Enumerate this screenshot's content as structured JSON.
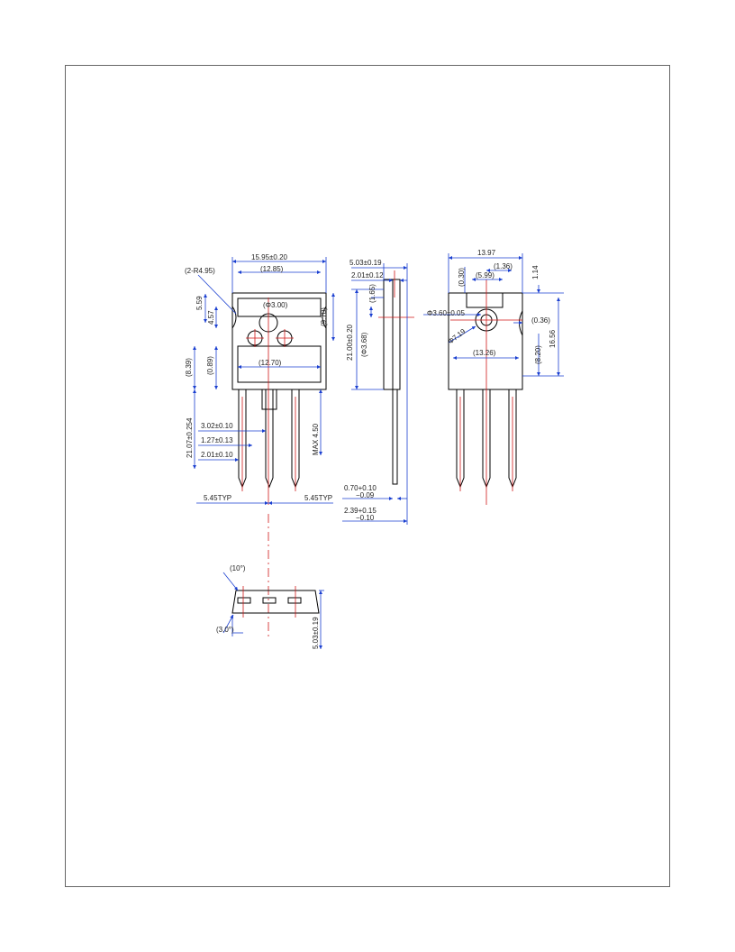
{
  "colors": {
    "outline": "#000000",
    "dimension": "#1a3fd0",
    "centerline": "#d01818",
    "frame": "#666666"
  },
  "front_view": {
    "body_width": "15.95±0.20",
    "slot_width": "(12.85)",
    "corner_radius": "(2-R4.95)",
    "hole_dia": "(Φ3.00)",
    "left_h1": "5.59",
    "left_h2": "4.57",
    "right_h": "(9.70)",
    "left_h3": "(8.39)",
    "left_h4": "(0.89)",
    "window_w": "(12.70)",
    "lead_len": "21.07±0.254",
    "lead_w1": "3.02±0.10",
    "lead_w2": "1.27±0.13",
    "lead_w3": "2.01±0.10",
    "max_label": "MAX  4.50",
    "pitch_left": "5.45TYP",
    "pitch_right": "5.45TYP"
  },
  "side_view": {
    "thickness": "5.03±0.19",
    "tab_thk": "2.01±0.12",
    "small_a": "(1.65)",
    "body_h": "21.00±0.20",
    "hole_pos": "(Φ3.68)",
    "lead_thk_top": "0.70+0.10",
    "lead_thk_bot": "−0.09",
    "total_top": "2.39+0.15",
    "total_bot": "−0.10"
  },
  "back_view": {
    "width": "13.97",
    "d030": "(0.30)",
    "d136": "(1.36)",
    "d599": "(5.99)",
    "d114": "1.14",
    "hole": "Φ3.60±0.05",
    "d036": "(0.36)",
    "r719": "Φ7.19",
    "d1656": "16.56",
    "d820": "(8.20)",
    "d1326": "(13.26)"
  },
  "bottom_view": {
    "angle_top": "(10°)",
    "angle_bot": "(3.0°)",
    "height": "5.03±0.19"
  }
}
